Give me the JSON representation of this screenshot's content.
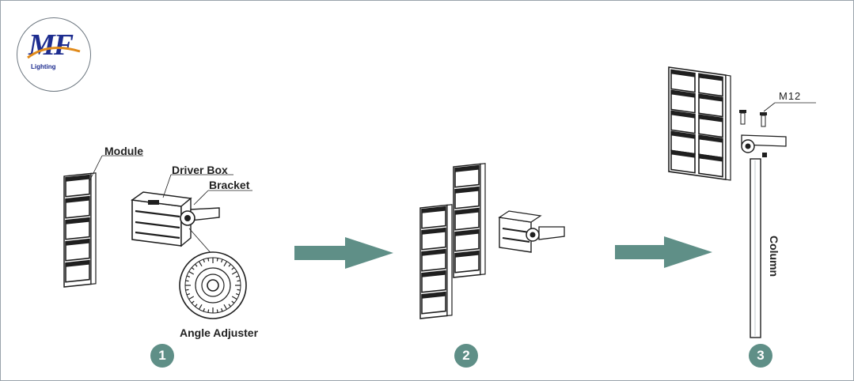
{
  "logo": {
    "brand": "MF",
    "brand_first": "M",
    "brand_second": "F",
    "sub": "Lighting",
    "colors": {
      "primary": "#1d2c8f",
      "accent": "#e08a1a"
    }
  },
  "labels": {
    "module": "Module",
    "driver_box": "Driver Box",
    "bracket": "Bracket",
    "angle_adjuster": "Angle Adjuster",
    "bolt": "M12",
    "column": "Column"
  },
  "steps": [
    "1",
    "2",
    "3"
  ],
  "colors": {
    "arrow": "#5f8f87",
    "badge": "#5f8f87",
    "line": "#1f1f1f",
    "border": "#9aa3ab"
  }
}
